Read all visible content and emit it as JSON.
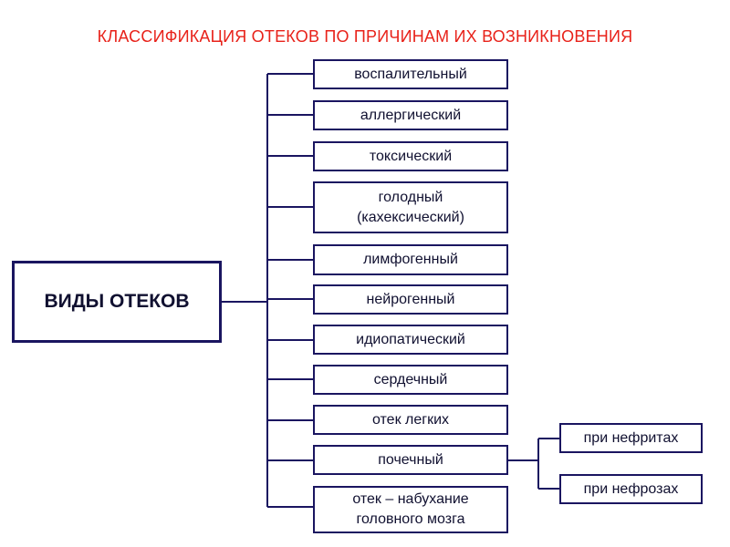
{
  "title": "КЛАССИФИКАЦИЯ ОТЕКОВ ПО ПРИЧИНАМ ИХ ВОЗНИКНОВЕНИЯ",
  "root": "ВИДЫ ОТЕКОВ",
  "types": [
    "воспалительный",
    "аллергический",
    "токсический",
    "голодный\n(кахексический)",
    "лимфогенный",
    "нейрогенный",
    "идиопатический",
    "сердечный",
    "отек легких",
    "почечный",
    "отек – набухание\nголовного мозга"
  ],
  "renal_subtypes": [
    "при нефритах",
    "при нефрозах"
  ],
  "colors": {
    "title": "#e8221a",
    "border": "#1a1560",
    "line": "#1a1560",
    "text": "#101030"
  }
}
